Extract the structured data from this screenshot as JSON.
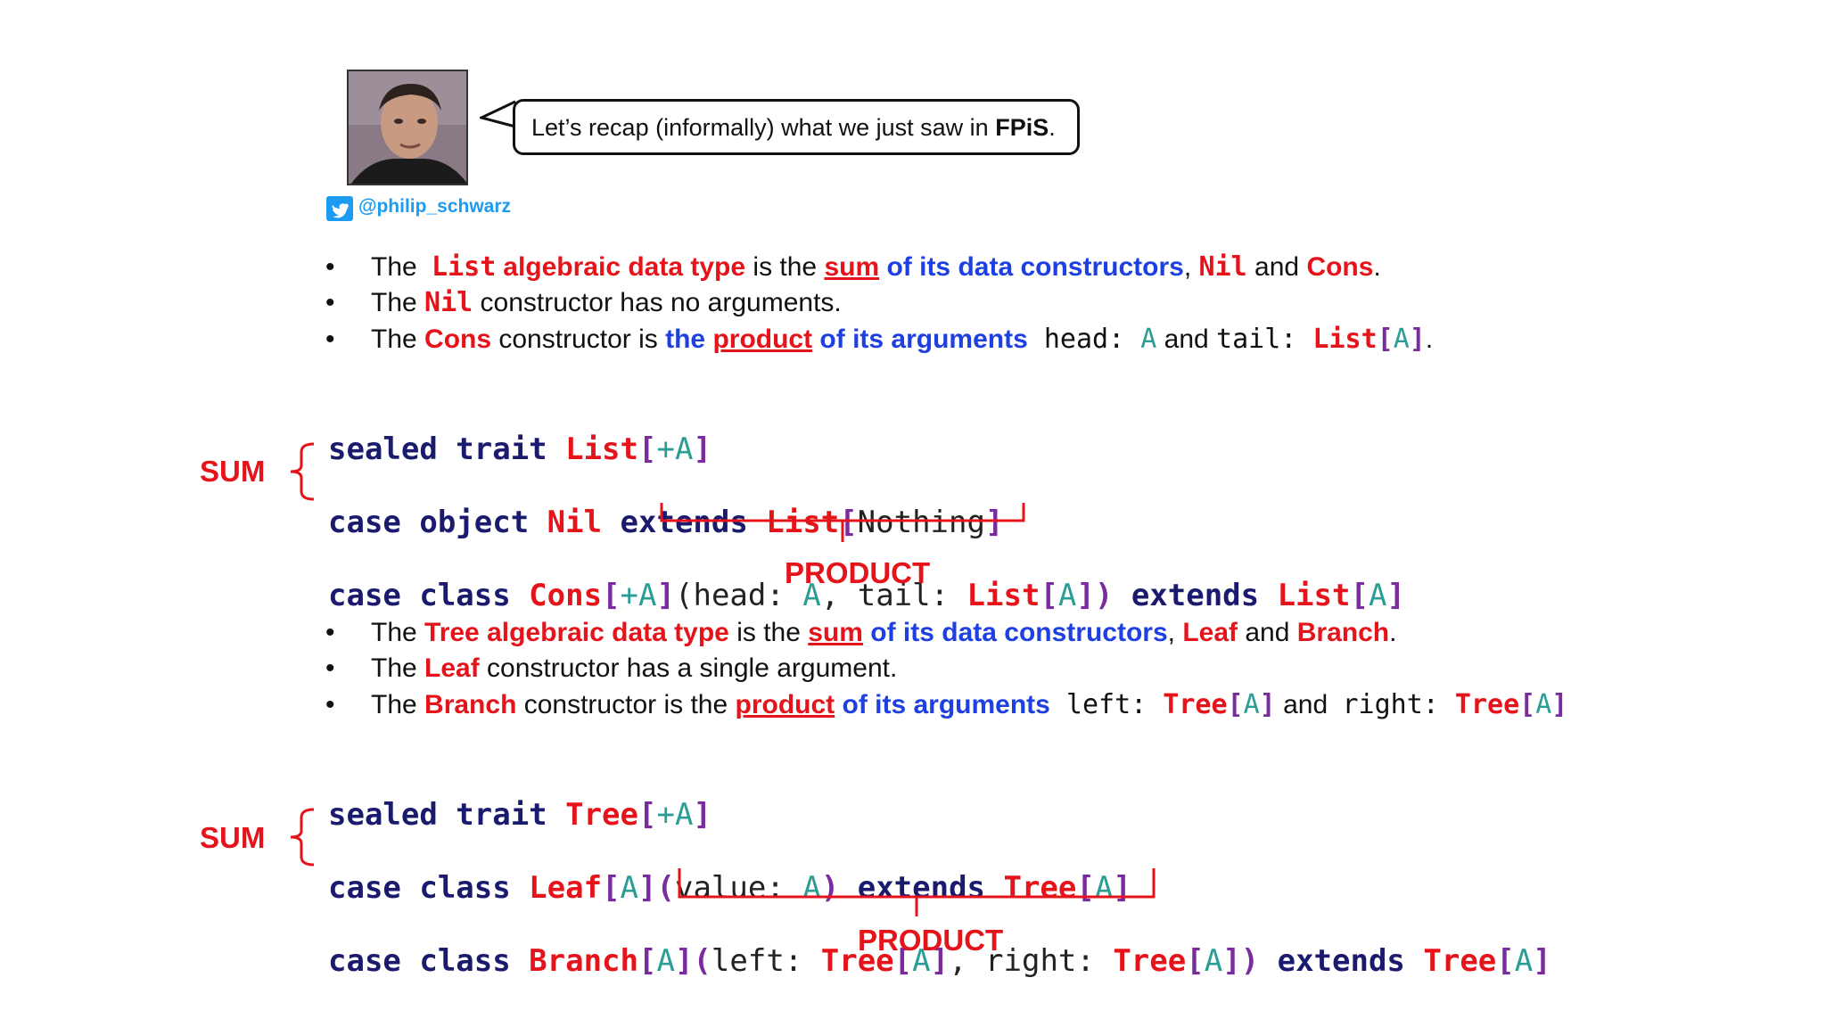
{
  "speaker": {
    "handle": "@philip_schwarz",
    "speech": {
      "text": "Let’s recap (informally) what we just saw in ",
      "bold": "FPiS",
      "end": "."
    }
  },
  "list_section": {
    "bullets": [
      {
        "p1": "The ",
        "list": "List",
        "adt": "algebraic data type",
        "p2": " is the ",
        "sum": "sum",
        "of": " of its data constructors",
        "comma": ", ",
        "nil": "Nil",
        "and": " and ",
        "cons": "Cons",
        "end": "."
      },
      {
        "p1": "The ",
        "nil": "Nil",
        "rest": " constructor has no arguments."
      },
      {
        "p1": "The ",
        "cons": "Cons",
        "p2": " constructor is ",
        "the": "the ",
        "product": "product",
        "of": " of its arguments",
        "head": " head: ",
        "A": "A",
        "and": " and ",
        "tail": "tail: ",
        "list": "List",
        "lb": "[",
        "A2": "A",
        "rb": "]",
        "end": "."
      }
    ],
    "code": {
      "l1": {
        "sealed": "sealed trait ",
        "list": "List",
        "lb": "[",
        "plusA": "+A",
        "rb": "]"
      },
      "l2": {
        "caseobj": "case object ",
        "nil": "Nil",
        "extends": " extends ",
        "list": "List",
        "lb": "[",
        "nothing": "Nothing",
        "rb": "]"
      },
      "l3": {
        "caseclass": "case class ",
        "cons": "Cons",
        "lb": "[",
        "plusA": "+A",
        "rb": "]",
        "lp": "(",
        "head": "head: ",
        "A": "A",
        "comma": ", tail: ",
        "list": "List",
        "lb2": "[",
        "A2": "A",
        "rb2": "])",
        "extends": " extends ",
        "list2": "List",
        "lb3": "[",
        "A3": "A",
        "rb3": "]"
      }
    },
    "sum_label": "SUM",
    "product_label": "PRODUCT"
  },
  "tree_section": {
    "bullets": [
      {
        "p1": "The ",
        "tree": "Tree",
        "adt": " algebraic data type",
        "p2": " is the ",
        "sum": "sum",
        "of": " of its data constructors",
        "comma": ", ",
        "leaf": "Leaf",
        "and": " and ",
        "branch": "Branch",
        "end": "."
      },
      {
        "p1": "The ",
        "leaf": "Leaf",
        "rest": " constructor has a single argument."
      },
      {
        "p1": "The ",
        "branch": "Branch",
        "p2": " constructor is the ",
        "product": "product",
        "of": " of its arguments",
        "left": " left: ",
        "tree": "Tree",
        "lb": "[",
        "A": "A",
        "rb": "]",
        "and": " and ",
        "right": "right: ",
        "tree2": "Tree",
        "lb2": "[",
        "A2": "A",
        "rb2": "]"
      }
    ],
    "code": {
      "l1": {
        "sealed": "sealed trait ",
        "tree": "Tree",
        "lb": "[",
        "plusA": "+A",
        "rb": "]"
      },
      "l2": {
        "caseclass": "case class ",
        "leaf": "Leaf",
        "lb": "[",
        "A": "A",
        "rb": "](",
        "value": "value: ",
        "A2": "A",
        "rp": ")",
        "extends": " extends ",
        "tree": "Tree",
        "lb2": "[",
        "A3": "A",
        "rb2": "]"
      },
      "l3": {
        "caseclass": "case class ",
        "branch": "Branch",
        "lb": "[",
        "A": "A",
        "rb": "](",
        "left": "left: ",
        "tree": "Tree",
        "lb2": "[",
        "A2": "A",
        "rb2": "]",
        "right": ", right: ",
        "tree2": "Tree",
        "lb3": "[",
        "A3": "A",
        "rb3": "])",
        "extends": " extends ",
        "tree3": "Tree",
        "lb4": "[",
        "A4": "A",
        "rb4": "]"
      }
    },
    "sum_label": "SUM",
    "product_label": "PRODUCT"
  },
  "colors": {
    "red": "#e5141b",
    "blue": "#1e40e0",
    "keyword": "#1b1b6e",
    "type_param": "#2a9d94",
    "bracket": "#7a2b9e",
    "twitter": "#1d9bf0"
  }
}
